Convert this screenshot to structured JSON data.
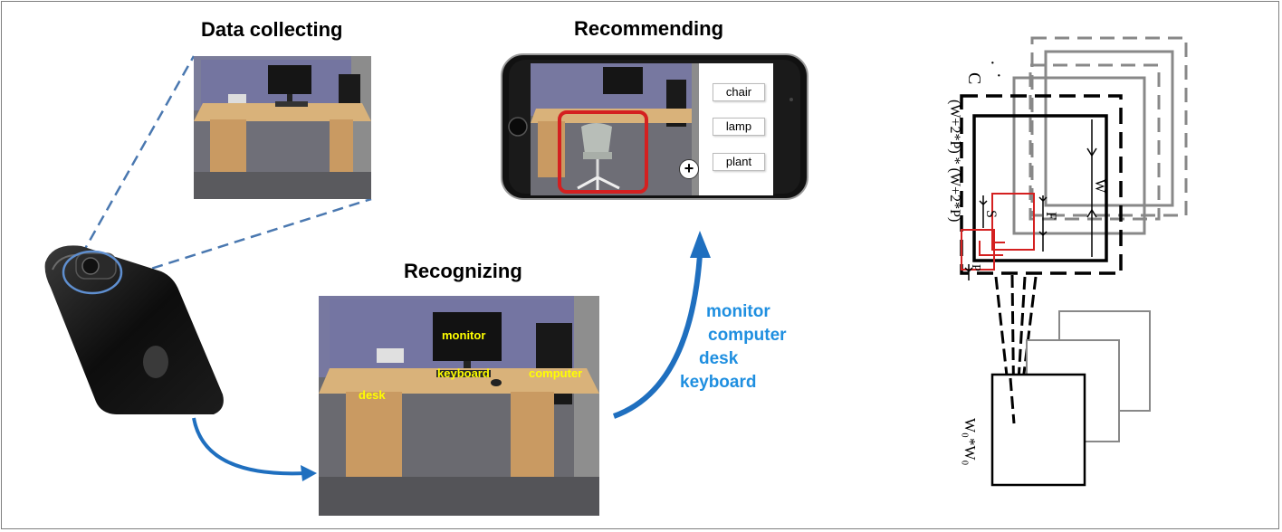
{
  "titles": {
    "data_collecting": "Data collecting",
    "recommending": "Recommending",
    "recognizing": "Recognizing"
  },
  "detected_labels": {
    "monitor": "monitor",
    "keyboard": "keyboard",
    "computer": "computer",
    "desk": "desk"
  },
  "recognized_list": [
    "monitor",
    "computer",
    "desk",
    "keyboard"
  ],
  "recommendations": [
    "chair",
    "lamp",
    "plant"
  ],
  "add_button": "+",
  "conv_diagram": {
    "channels": "C",
    "input_size": "(W+2*P)  *  (W+2*P)",
    "width": "W",
    "filter": "F",
    "stride": "S",
    "padding": "P",
    "output_size": "W₀*W₀"
  },
  "colors": {
    "arrow_blue": "#1f6fbf",
    "label_blue": "#1f8fe0",
    "label_yellow": "#ffff00",
    "highlight_red": "#d42020"
  }
}
